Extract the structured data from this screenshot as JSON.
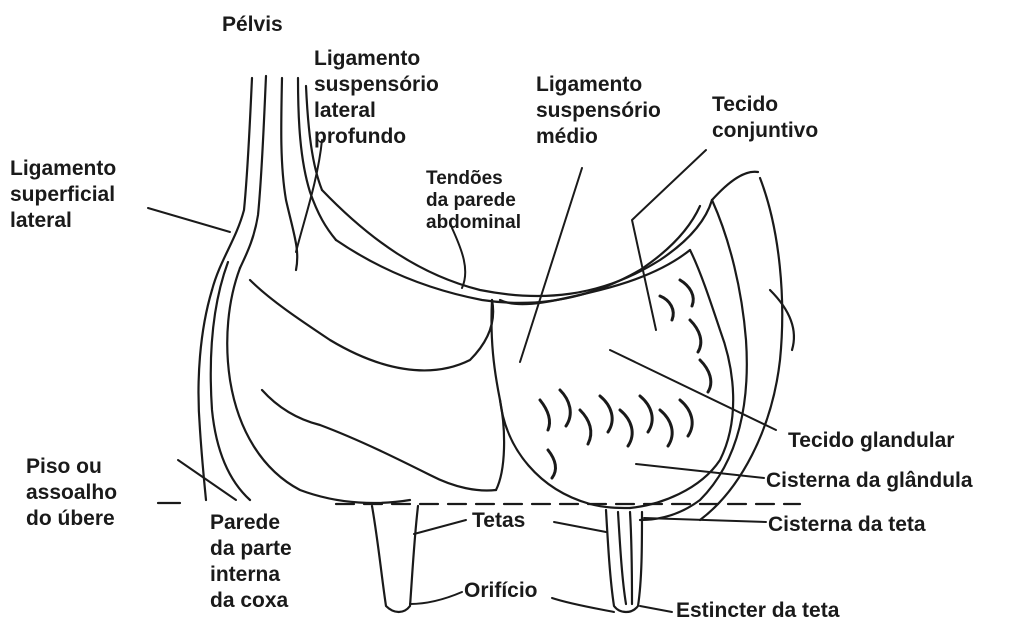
{
  "labels": {
    "pelvis": "Pélvis",
    "lig_lat_prof": [
      "Ligamento",
      "suspensório",
      "lateral",
      "profundo"
    ],
    "lig_medio": [
      "Ligamento",
      "suspensório",
      "médio"
    ],
    "tecido_conj": [
      "Tecido",
      "conjuntivo"
    ],
    "lig_sup_lat": [
      "Ligamento",
      "superficial",
      "lateral"
    ],
    "tendoes": [
      "Tendões",
      "da parede",
      "abdominal"
    ],
    "tecido_gland": "Tecido glandular",
    "piso": [
      "Piso ou",
      "assoalho",
      "do úbere"
    ],
    "cisterna_glandula": "Cisterna da glândula",
    "parede": [
      "Parede",
      "da parte",
      "interna",
      "da coxa"
    ],
    "tetas": "Tetas",
    "cisterna_teta": "Cisterna da teta",
    "orificio": "Orifício",
    "estincter": "Estincter da teta"
  }
}
